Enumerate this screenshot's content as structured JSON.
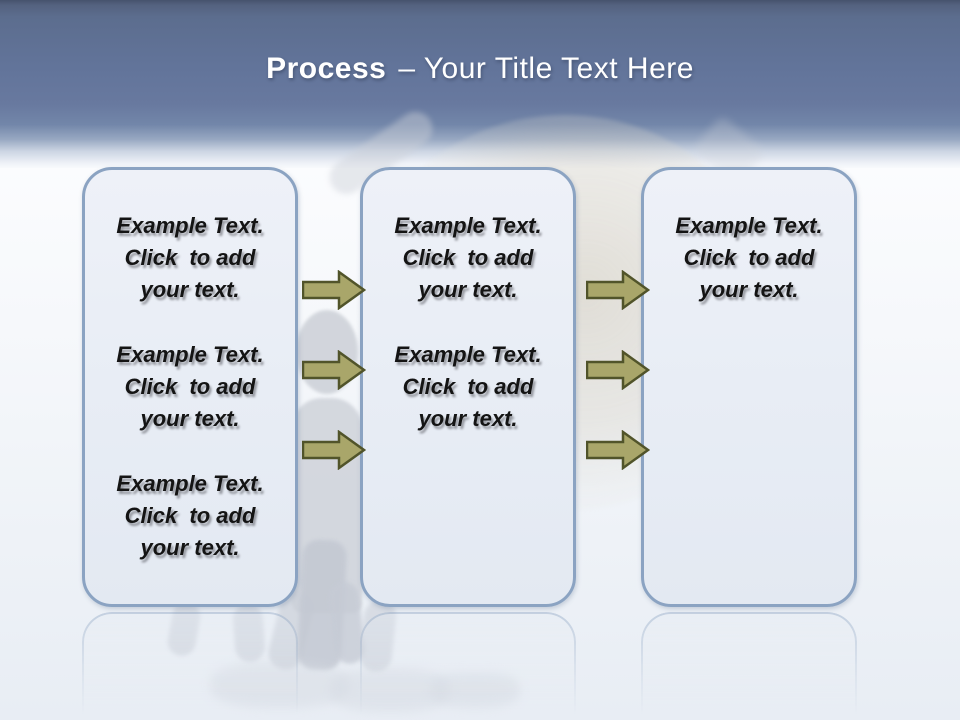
{
  "title": {
    "keyword": "Process",
    "rest": "– Your Title Text Here"
  },
  "boxes": [
    {
      "paragraphs": [
        {
          "lines": [
            "Example Text.",
            "Click  to add",
            "your text."
          ]
        },
        {
          "lines": [
            "Example Text.",
            "Click  to add",
            "your text."
          ]
        },
        {
          "lines": [
            "Example Text.",
            "Click  to add",
            "your text."
          ]
        }
      ]
    },
    {
      "paragraphs": [
        {
          "lines": [
            "Example Text.",
            "Click  to add",
            "your text."
          ]
        },
        {
          "lines": [
            "Example Text.",
            "Click  to add",
            "your text."
          ]
        }
      ]
    },
    {
      "paragraphs": [
        {
          "lines": [
            "Example Text.",
            "Click  to add",
            "your text."
          ]
        }
      ]
    }
  ],
  "arrows": {
    "count": 6,
    "columns": 2,
    "rows_per_column": 3,
    "direction": "right"
  },
  "colors": {
    "header_blue_top": "#46536d",
    "header_blue_mid": "#68799f",
    "header_fade": "#f8fafc",
    "title_text": "#ffffff",
    "box_fill": "#e8edf5",
    "box_border": "#8ba3c2",
    "body_text": "#141414",
    "arrow_fill": "#a9a66a",
    "arrow_border": "#51542a",
    "background_bottom": "#e8edf4"
  }
}
